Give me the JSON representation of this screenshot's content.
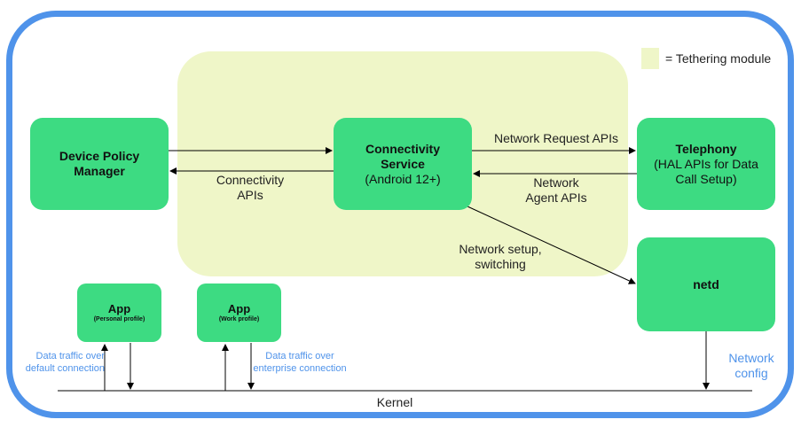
{
  "legend": {
    "label": "= Tethering module",
    "color": "#eff6c8"
  },
  "nodes": {
    "dpm": {
      "title": "Device Policy Manager"
    },
    "connectivity": {
      "title": "Connectivity Service",
      "subtitle": "(Android 12+)"
    },
    "telephony": {
      "title": "Telephony",
      "subtitle": "(HAL APIs for Data Call Setup)"
    },
    "netd": {
      "title": "netd"
    },
    "app_personal": {
      "title": "App",
      "subtitle": "(Personal profile)"
    },
    "app_work": {
      "title": "App",
      "subtitle": "(Work profile)"
    }
  },
  "edge_labels": {
    "connectivity_apis": "Connectivity APIs",
    "network_request_apis": "Network Request APIs",
    "network_agent_apis": "Network Agent APIs",
    "network_setup": "Network setup, switching",
    "data_traffic_default": "Data traffic over default connection",
    "data_traffic_enterprise": "Data traffic over enterprise connection",
    "network_config": "Network config"
  },
  "kernel": {
    "label": "Kernel"
  },
  "colors": {
    "frame": "#4f93ea",
    "node": "#3ddb82",
    "tethering_region": "#eff6c8",
    "annotation": "#4f93ea"
  }
}
